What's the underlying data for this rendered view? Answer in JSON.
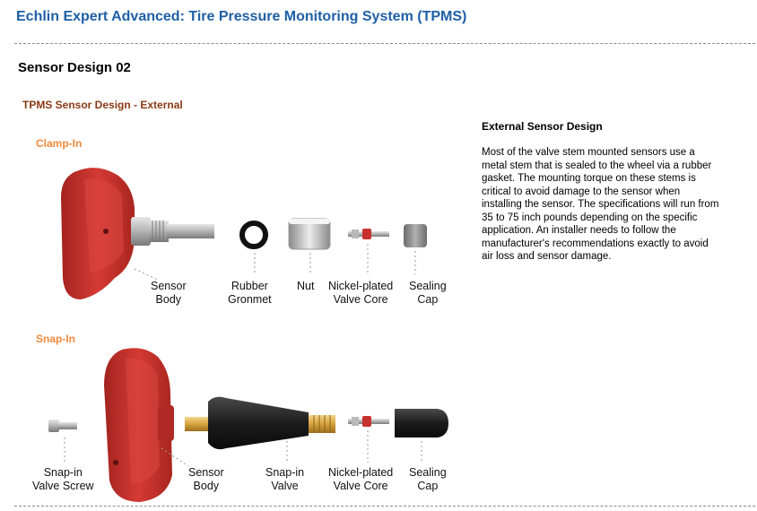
{
  "page": {
    "title": "Echlin Expert Advanced: Tire Pressure Monitoring System (TPMS)",
    "section_title": "Sensor Design 02",
    "subheading": "TPMS Sensor Design - External"
  },
  "clamp_in": {
    "heading": "Clamp-In",
    "labels": [
      [
        "Sensor",
        "Body"
      ],
      [
        "Rubber",
        "Gronmet"
      ],
      [
        "Nut"
      ],
      [
        "Nickel-plated",
        "Valve Core"
      ],
      [
        "Sealing",
        "Cap"
      ]
    ]
  },
  "snap_in": {
    "heading": "Snap-In",
    "labels": [
      [
        "Snap-in",
        "Valve Screw"
      ],
      [
        "Sensor",
        "Body"
      ],
      [
        "Snap-in",
        "Valve"
      ],
      [
        "Nickel-plated",
        "Valve Core"
      ],
      [
        "Sealing",
        "Cap"
      ]
    ]
  },
  "description": {
    "heading": "External Sensor Design",
    "body": "Most of the valve stem mounted sensors use a metal stem that is sealed to the wheel via a rubber gasket. The mounting torque on these stems is critical to avoid damage to the sensor when installing the sensor. The specifications will run from 35 to 75 inch pounds depending on the specific application. An installer needs to follow the manufacturer's recommendations exactly to avoid air loss and sensor damage."
  },
  "colors": {
    "title": "#1f5fa6",
    "subheading": "#8b3a14",
    "variant_heading": "#f08a3c",
    "sensor_red": "#c8322e"
  }
}
